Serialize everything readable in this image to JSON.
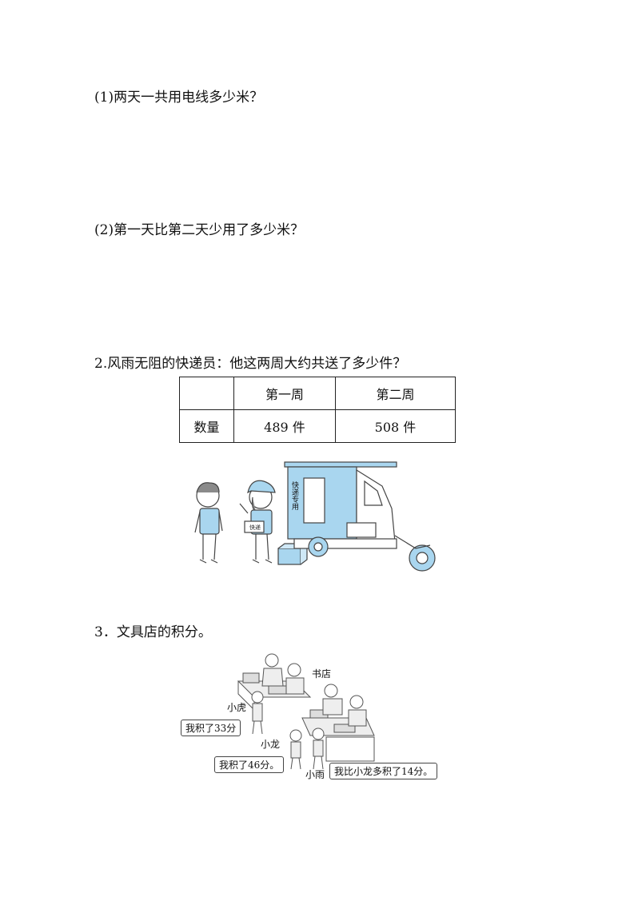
{
  "questions": {
    "q1_1": "(1)两天一共用电线多少米？",
    "q1_2": "(2)第一天比第二天少用了多少米？",
    "q2": "2.风雨无阻的快递员：他这两周大约共送了多少件？",
    "q3": "3．文具店的积分。"
  },
  "table": {
    "headers": [
      "",
      "第一周",
      "第二周"
    ],
    "rows": [
      [
        "数量",
        "489 件",
        "508 件"
      ]
    ]
  },
  "courier_scene": {
    "truck_text": "快递专用",
    "box_text": "快递"
  },
  "shop_scene": {
    "shop_sign": "书店",
    "names": {
      "xiaohu": "小虎",
      "xiaolong": "小龙",
      "xiaoyu": "小雨"
    },
    "bubbles": {
      "xiaohu": "我积了33分",
      "xiaolong": "我积了46分。",
      "xiaoyu": "我比小龙多积了14分。"
    }
  },
  "colors": {
    "illustration_blue": "#a9d6ef",
    "line": "#444444"
  }
}
